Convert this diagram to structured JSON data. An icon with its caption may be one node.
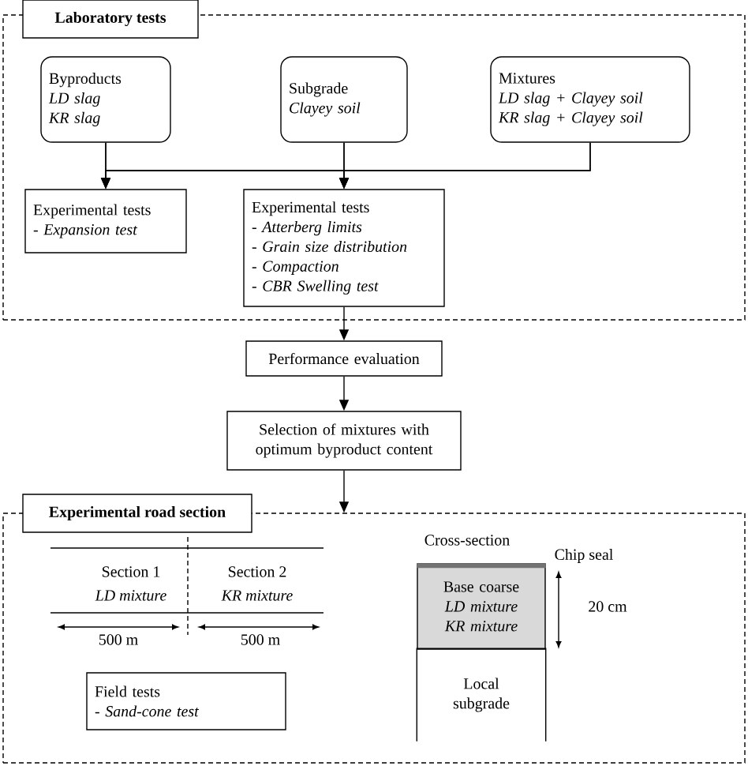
{
  "diagram": {
    "nodes": [
      {
        "text": [
          "Laboratory tests"
        ]
      },
      {
        "text": [
          "Byproducts",
          "LD slag",
          "KR slag"
        ],
        "in": 0
      },
      {
        "text": [
          "Subgrade",
          "Clayey soil"
        ],
        "in": 0
      },
      {
        "text": [
          "Mixtures",
          "LD slag + Clayey soil",
          "KR slag + Clayey soil"
        ],
        "in": 0
      },
      {
        "text": [
          "Experimental tests",
          "- Expansion test"
        ],
        "in": 0
      },
      {
        "text": [
          "Experimental tests",
          "- Atterberg limits",
          "- Grain size distribution",
          "- Compaction",
          "- CBR Swelling test"
        ],
        "in": 0
      },
      {
        "text": [
          "Performance evaluation"
        ]
      },
      {
        "text": [
          "Selection of mixtures with optimum byproduct content"
        ]
      },
      {
        "text": [
          "Experimental road section"
        ]
      },
      {
        "text": [
          "Field tests",
          "- Sand-cone test"
        ],
        "in": 8
      },
      {
        "text": [
          "Base coarse",
          "LD mixture",
          "KR mixture"
        ],
        "in": 8
      },
      {
        "text": [
          "Local subgrade"
        ],
        "in": 8
      }
    ],
    "edges": [
      {
        "from": 1,
        "to": 4,
        "arrow": "to"
      },
      {
        "from": 1,
        "to": 5,
        "arrow": "to"
      },
      {
        "from": 2,
        "to": 4,
        "arrow": "to"
      },
      {
        "from": 2,
        "to": 5,
        "arrow": "to"
      },
      {
        "from": 3,
        "to": 4,
        "arrow": "to"
      },
      {
        "from": 3,
        "to": 5,
        "arrow": "to"
      },
      {
        "from": 5,
        "to": 6,
        "arrow": "to"
      },
      {
        "from": 6,
        "to": 7,
        "arrow": "to"
      },
      {
        "from": 7,
        "to": 8,
        "arrow": "to"
      }
    ],
    "labels": [
      "Section 1",
      "LD mixture",
      "Section 2",
      "KR mixture",
      "500 m",
      "500 m",
      "Cross-section",
      "Chip seal",
      "20 cm"
    ]
  }
}
